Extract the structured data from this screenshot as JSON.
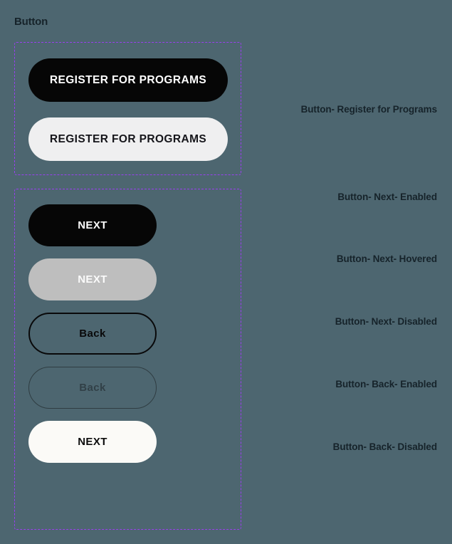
{
  "page": {
    "title": "Button",
    "background_color": "#4d6670",
    "frame_border_color": "#9a3ff0",
    "label_text_color": "#16232a"
  },
  "groups": [
    {
      "name": "register-group",
      "buttons": [
        {
          "id": "register-primary",
          "label": "REGISTER FOR PROGRAMS",
          "variant": "primary",
          "background_color": "#060606",
          "text_color": "#ffffff"
        },
        {
          "id": "register-light",
          "label": "REGISTER FOR PROGRAMS",
          "variant": "light",
          "background_color": "#efeff0",
          "text_color": "#15151a"
        }
      ]
    },
    {
      "name": "navigation-group",
      "buttons": [
        {
          "id": "next-enabled",
          "label": "NEXT",
          "variant": "next-enabled",
          "background_color": "#060606",
          "text_color": "#ffffff"
        },
        {
          "id": "next-hovered",
          "label": "NEXT",
          "variant": "next-hovered",
          "background_color": "#bebebe",
          "text_color": "#fbfbfb"
        },
        {
          "id": "back-enabled",
          "label": "Back",
          "variant": "back-enabled",
          "background_color": "transparent",
          "text_color": "#09090a",
          "border_color": "#09090a"
        },
        {
          "id": "back-disabled",
          "label": "Back",
          "variant": "back-disabled",
          "background_color": "transparent",
          "text_color": "rgba(12,12,14,0.42)",
          "border_color": "rgba(10,10,12,0.45)"
        },
        {
          "id": "next-disabled",
          "label": "NEXT",
          "variant": "next-disabled",
          "background_color": "#fbfaf7",
          "text_color": "#0c0c0c"
        }
      ]
    }
  ],
  "annotations": [
    {
      "id": "anno-register",
      "text": "Button- Register for Programs"
    },
    {
      "id": "anno-next-en",
      "text": "Button- Next- Enabled"
    },
    {
      "id": "anno-next-hov",
      "text": "Button- Next- Hovered"
    },
    {
      "id": "anno-next-dis",
      "text": "Button- Next- Disabled"
    },
    {
      "id": "anno-back-en",
      "text": "Button- Back- Enabled"
    },
    {
      "id": "anno-back-dis",
      "text": "Button- Back- Disabled"
    }
  ]
}
